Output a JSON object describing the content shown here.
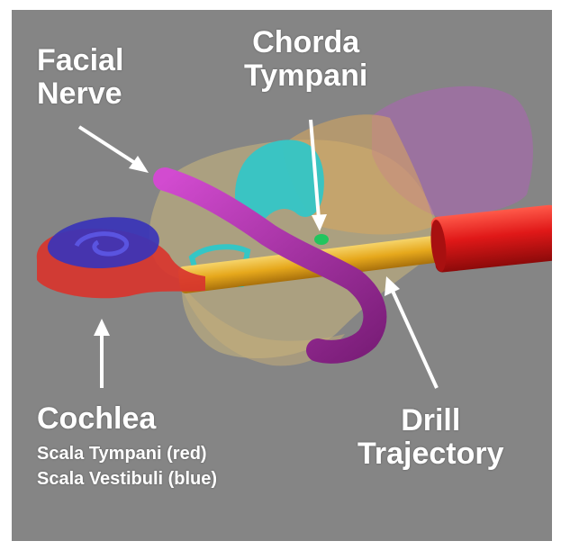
{
  "labels": {
    "facial_nerve": [
      "Facial",
      "Nerve"
    ],
    "chorda_tympani": [
      "Chorda",
      "Tympani"
    ],
    "cochlea": "Cochlea",
    "scala_tympani": "Scala Tympani (red)",
    "scala_vestibuli": "Scala Vestibuli (blue)",
    "drill_trajectory": [
      "Drill",
      "Trajectory"
    ]
  },
  "colors": {
    "background": "#858585",
    "facial_nerve": "#b23bb0",
    "chorda_tympani": "#22c55e",
    "scala_tympani": "#d8352e",
    "scala_vestibuli": "#3a34b8",
    "drill_trajectory": "#e6a81c",
    "drill_sleeve": "#e01818",
    "ossicles": "#34c6c6",
    "bone": "#d9c07a",
    "external_canal": "#b65bbf"
  }
}
